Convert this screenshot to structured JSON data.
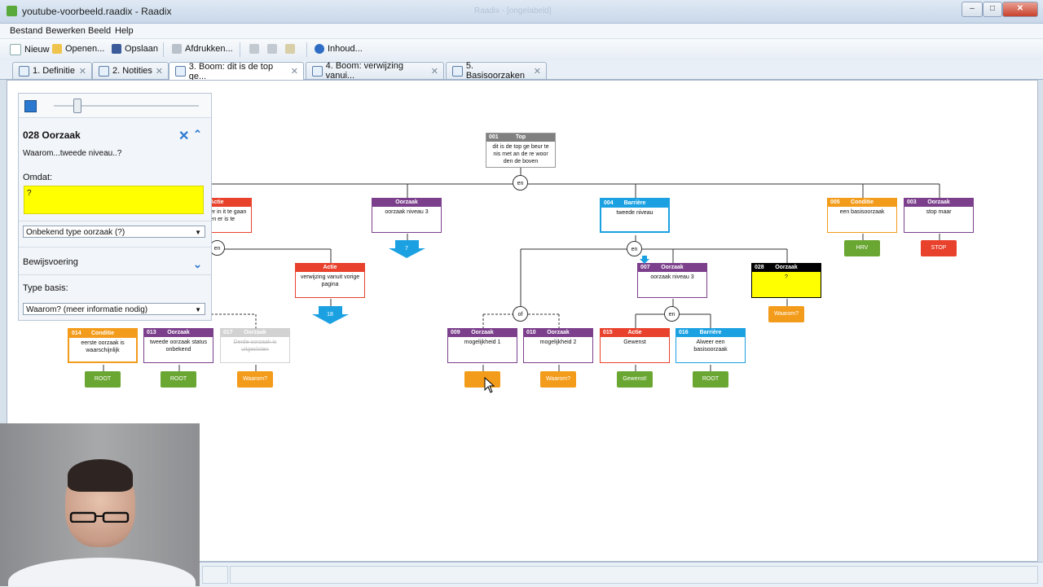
{
  "window": {
    "title": "youtube-voorbeeld.raadix - Raadix",
    "ghost_title": "Raadix - [ongelabeld]"
  },
  "menu": [
    "Bestand",
    "Bewerken",
    "Beeld",
    "Help"
  ],
  "toolbar": {
    "new": "Nieuw",
    "open": "Openen...",
    "save": "Opslaan",
    "print": "Afdrukken...",
    "help": "Inhoud..."
  },
  "tabs": [
    {
      "label": "1. Definitie"
    },
    {
      "label": "2. Notities"
    },
    {
      "label": "3. Boom: dit is de top ge..."
    },
    {
      "label": "4. Boom: verwijzing vanui..."
    },
    {
      "label": "5. Basisoorzaken"
    }
  ],
  "panel": {
    "title": "028 Oorzaak",
    "question": "Waarom...tweede niveau..?",
    "omdat_label": "Omdat:",
    "answer": "?",
    "cause_type": "Onbekend type oorzaak (?)",
    "bewijs_label": "Bewijsvoering",
    "type_basis_label": "Type basis:",
    "type_basis_value": "Waarom? (meer informatie nodig)"
  },
  "tree": {
    "top": {
      "num": "001",
      "kind": "Top",
      "text": "dit is de top ge beur te nis met an de re woor den de boven"
    },
    "n_actie_left": {
      "num": "",
      "kind": "Actie",
      "text": "al woord er in it te gaan met en er is te"
    },
    "n_oorzaak3a": {
      "num": "",
      "kind": "Oorzaak",
      "text": "oorzaak niveau 3"
    },
    "n004": {
      "num": "004",
      "kind": "Barrière",
      "text": "tweede niveau"
    },
    "n005": {
      "num": "005",
      "kind": "Conditie",
      "text": "een basisoorzaak"
    },
    "n003": {
      "num": "003",
      "kind": "Oorzaak",
      "text": "stop maar"
    },
    "n_actie_ref": {
      "num": "",
      "kind": "Actie",
      "text": "verwijzing vanuit vorige pagina"
    },
    "n007": {
      "num": "007",
      "kind": "Oorzaak",
      "text": "oorzaak niveau 3"
    },
    "n028": {
      "num": "028",
      "kind": "Oorzaak",
      "text": "?"
    },
    "n014": {
      "num": "014",
      "kind": "Conditie",
      "text": "eerste oorzaak is waarschijnlijk"
    },
    "n013": {
      "num": "013",
      "kind": "Oorzaak",
      "text": "tweede oorzaak status onbekend"
    },
    "n017": {
      "num": "017",
      "kind": "Oorzaak",
      "text": "Derde oorzaak is uitgesloten"
    },
    "n009": {
      "num": "009",
      "kind": "Oorzaak",
      "text": "mogelijkheid 1"
    },
    "n010": {
      "num": "010",
      "kind": "Oorzaak",
      "text": "mogelijkheid 2"
    },
    "n015": {
      "num": "015",
      "kind": "Actie",
      "text": "Gewenst"
    },
    "n016": {
      "num": "016",
      "kind": "Barrière",
      "text": "Alweer een basisoorzaak"
    },
    "leaves": {
      "hrv": "HRV",
      "stop": "STOP",
      "waarom": "Waarom?",
      "root": "ROOT",
      "gewenst": "Gewenst!",
      "ref_num": "18",
      "ref_num2": "7",
      "blank": ""
    },
    "gates": {
      "and": "en",
      "or": "of"
    }
  },
  "colors": {
    "top": "#808080",
    "actie": "#e8412c",
    "oorzaak": "#7b3f8c",
    "barriere": "#1ba1e2",
    "conditie": "#f39b1a",
    "black": "#000000",
    "root": "#6aa632",
    "stop": "#e8412c",
    "waarom": "#f39b1a",
    "yellow": "#ffff00"
  }
}
